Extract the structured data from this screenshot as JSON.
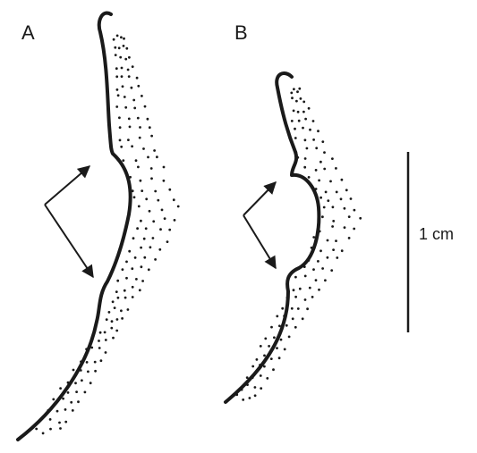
{
  "panels": [
    {
      "id": "A",
      "label": "A"
    },
    {
      "id": "B",
      "label": "B"
    }
  ],
  "scale_bar": {
    "label": "1 cm"
  },
  "colors": {
    "ink": "#1a1a1a",
    "background": "#ffffff"
  }
}
